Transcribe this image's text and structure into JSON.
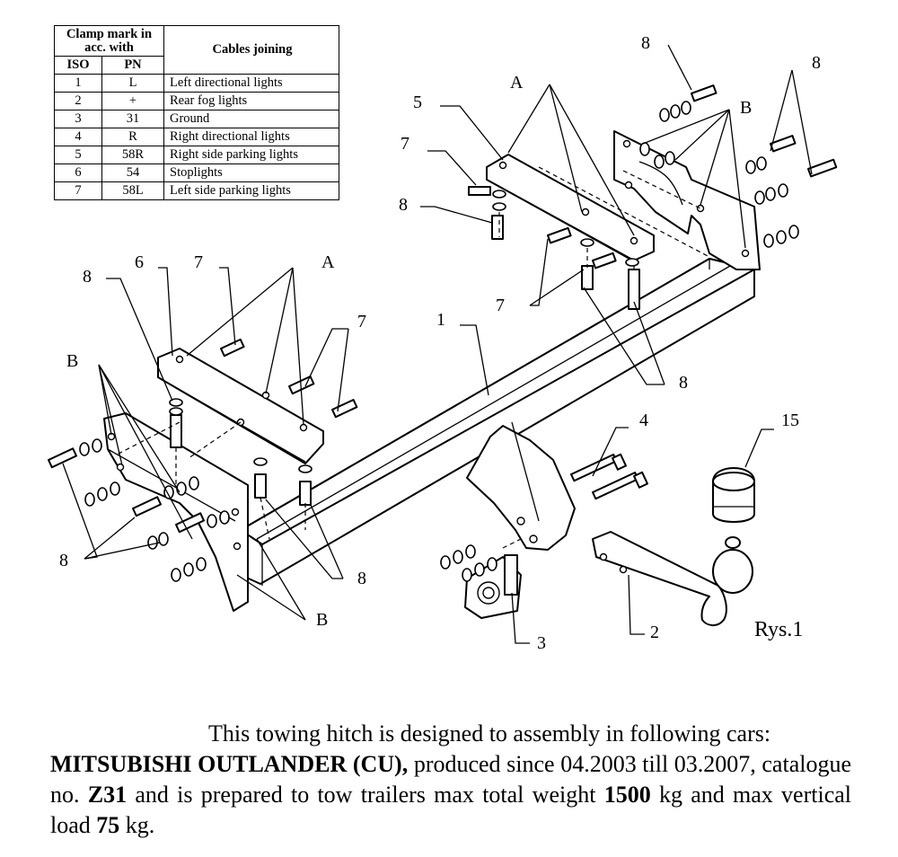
{
  "table": {
    "header_clamp": "Clamp mark in acc. with",
    "header_cables": "Cables joining",
    "header_iso": "ISO",
    "header_pn": "PN",
    "rows": [
      {
        "iso": "1",
        "pn": "L",
        "desc": "Left directional lights"
      },
      {
        "iso": "2",
        "pn": "+",
        "desc": "Rear fog lights"
      },
      {
        "iso": "3",
        "pn": "31",
        "desc": "Ground"
      },
      {
        "iso": "4",
        "pn": "R",
        "desc": "Right directional lights"
      },
      {
        "iso": "5",
        "pn": "58R",
        "desc": "Right side parking lights"
      },
      {
        "iso": "6",
        "pn": "54",
        "desc": "Stoplights"
      },
      {
        "iso": "7",
        "pn": "58L",
        "desc": "Left side parking lights"
      }
    ]
  },
  "labels": {
    "n1": "1",
    "n2": "2",
    "n3": "3",
    "n4": "4",
    "n5": "5",
    "n6": "6",
    "n7": "7",
    "n8": "8",
    "n15": "15",
    "A": "A",
    "B": "B",
    "figure": "Rys.1"
  },
  "description": {
    "line1": "This towing hitch is designed to assembly in following cars:",
    "car_model": "MITSUBISHI OUTLANDER (CU),",
    "produced": " produced since 04.2003 till 03.2007, catalogue no. ",
    "catalogue": "Z31",
    "mid": " and is prepared to tow trailers max total weight ",
    "weight": "1500",
    "mid2": " kg and max vertical load ",
    "vload": "75",
    "end": " kg."
  }
}
